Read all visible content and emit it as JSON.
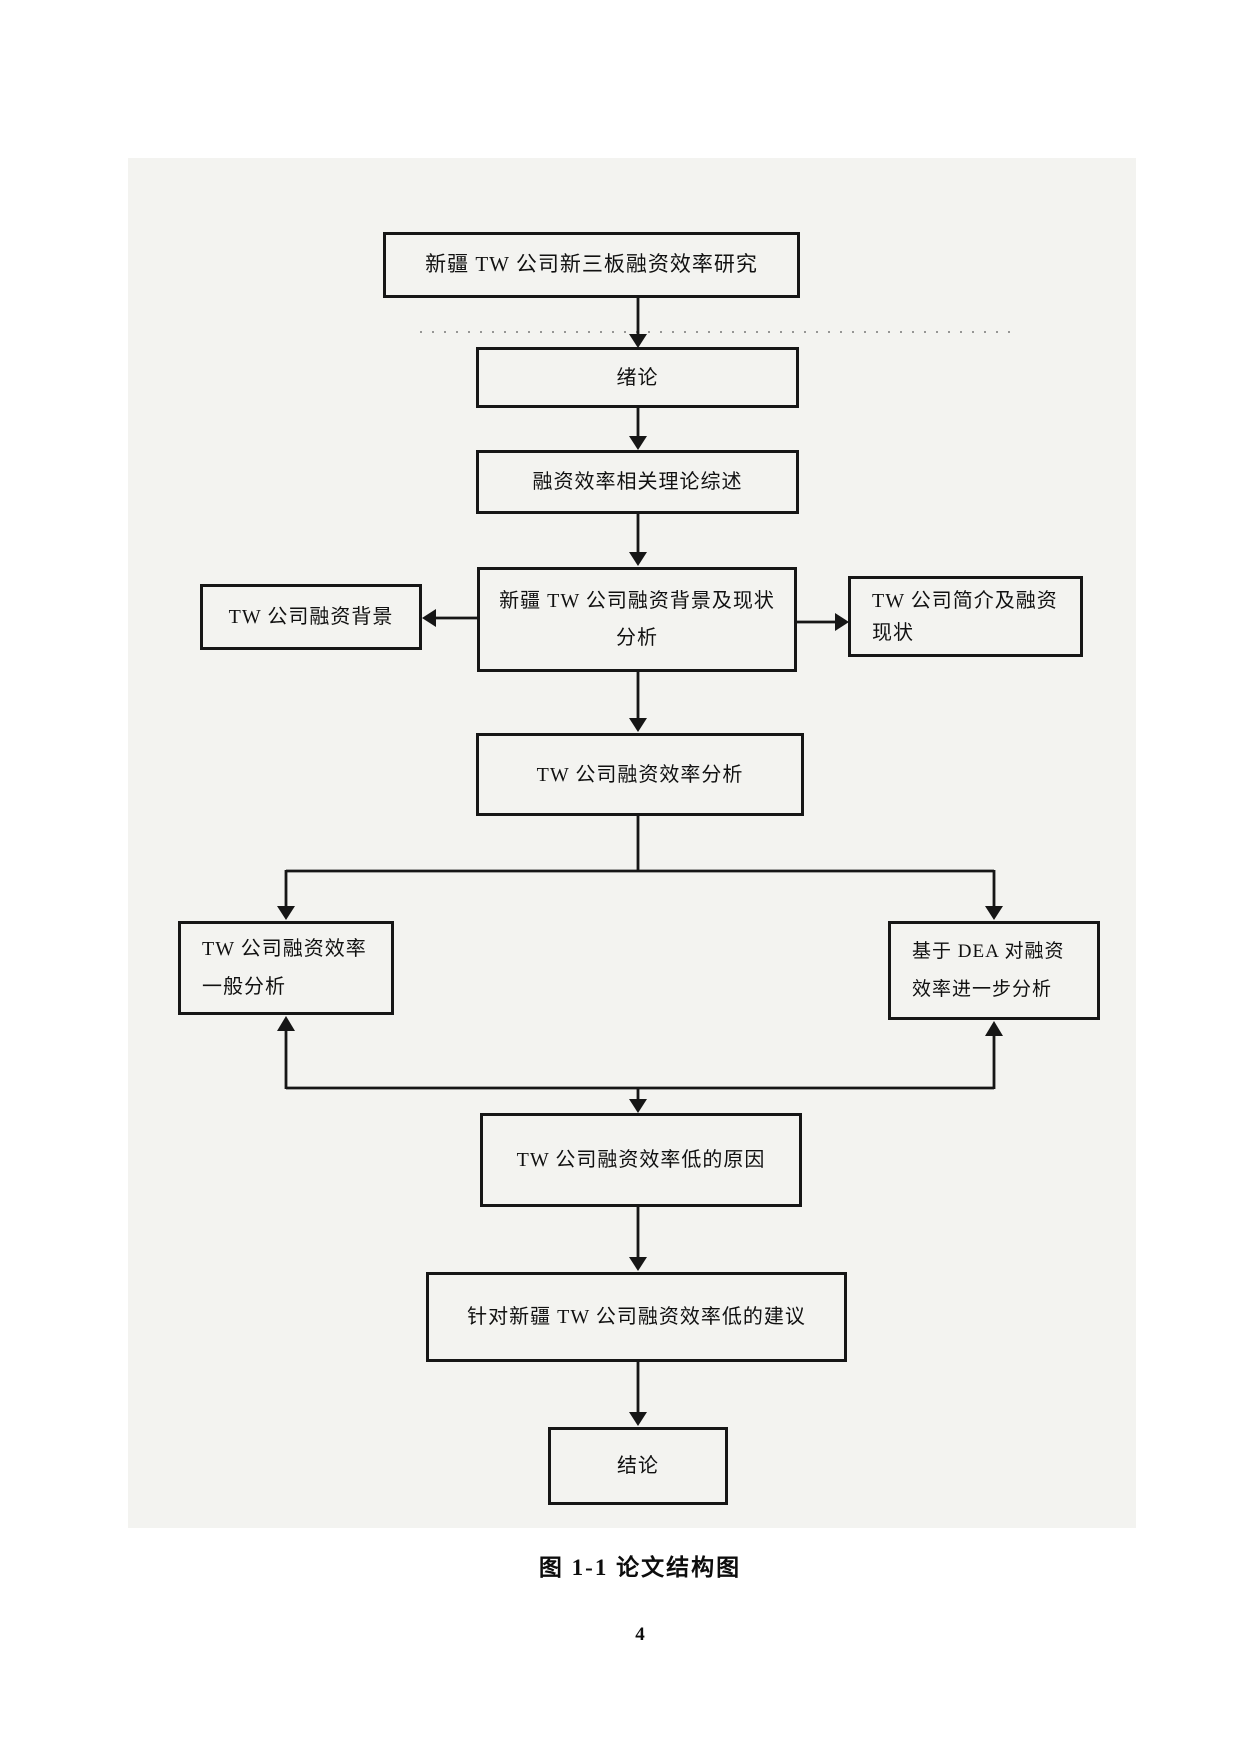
{
  "document": {
    "figure_caption": "图 1-1  论文结构图",
    "page_number": "4"
  },
  "flowchart": {
    "nodes": {
      "title": {
        "label": "新疆 TW 公司新三板融资效率研究"
      },
      "introduction": {
        "label": "绪论"
      },
      "theory_review": {
        "label": "融资效率相关理论综述"
      },
      "background_status": {
        "line1": "新疆 TW 公司融资背景及现状",
        "line2": "分析"
      },
      "financing_background": {
        "label": "TW 公司融资背景"
      },
      "company_profile": {
        "line1": "TW 公司简介及融资",
        "line2": "现状"
      },
      "efficiency_analysis": {
        "label": "TW 公司融资效率分析"
      },
      "general_analysis": {
        "line1": "TW 公司融资效率",
        "line2": "一般分析"
      },
      "dea_analysis": {
        "line1": "基于 DEA 对融资",
        "line2": "效率进一步分析"
      },
      "low_efficiency_reasons": {
        "label": "TW 公司融资效率低的原因"
      },
      "suggestions": {
        "label": "针对新疆 TW 公司融资效率低的建议"
      },
      "conclusion": {
        "label": "结论"
      }
    }
  },
  "colors": {
    "page_background": "#ffffff",
    "scan_background": "#f3f3f0",
    "line_color": "#161616",
    "text_color": "#111111"
  }
}
